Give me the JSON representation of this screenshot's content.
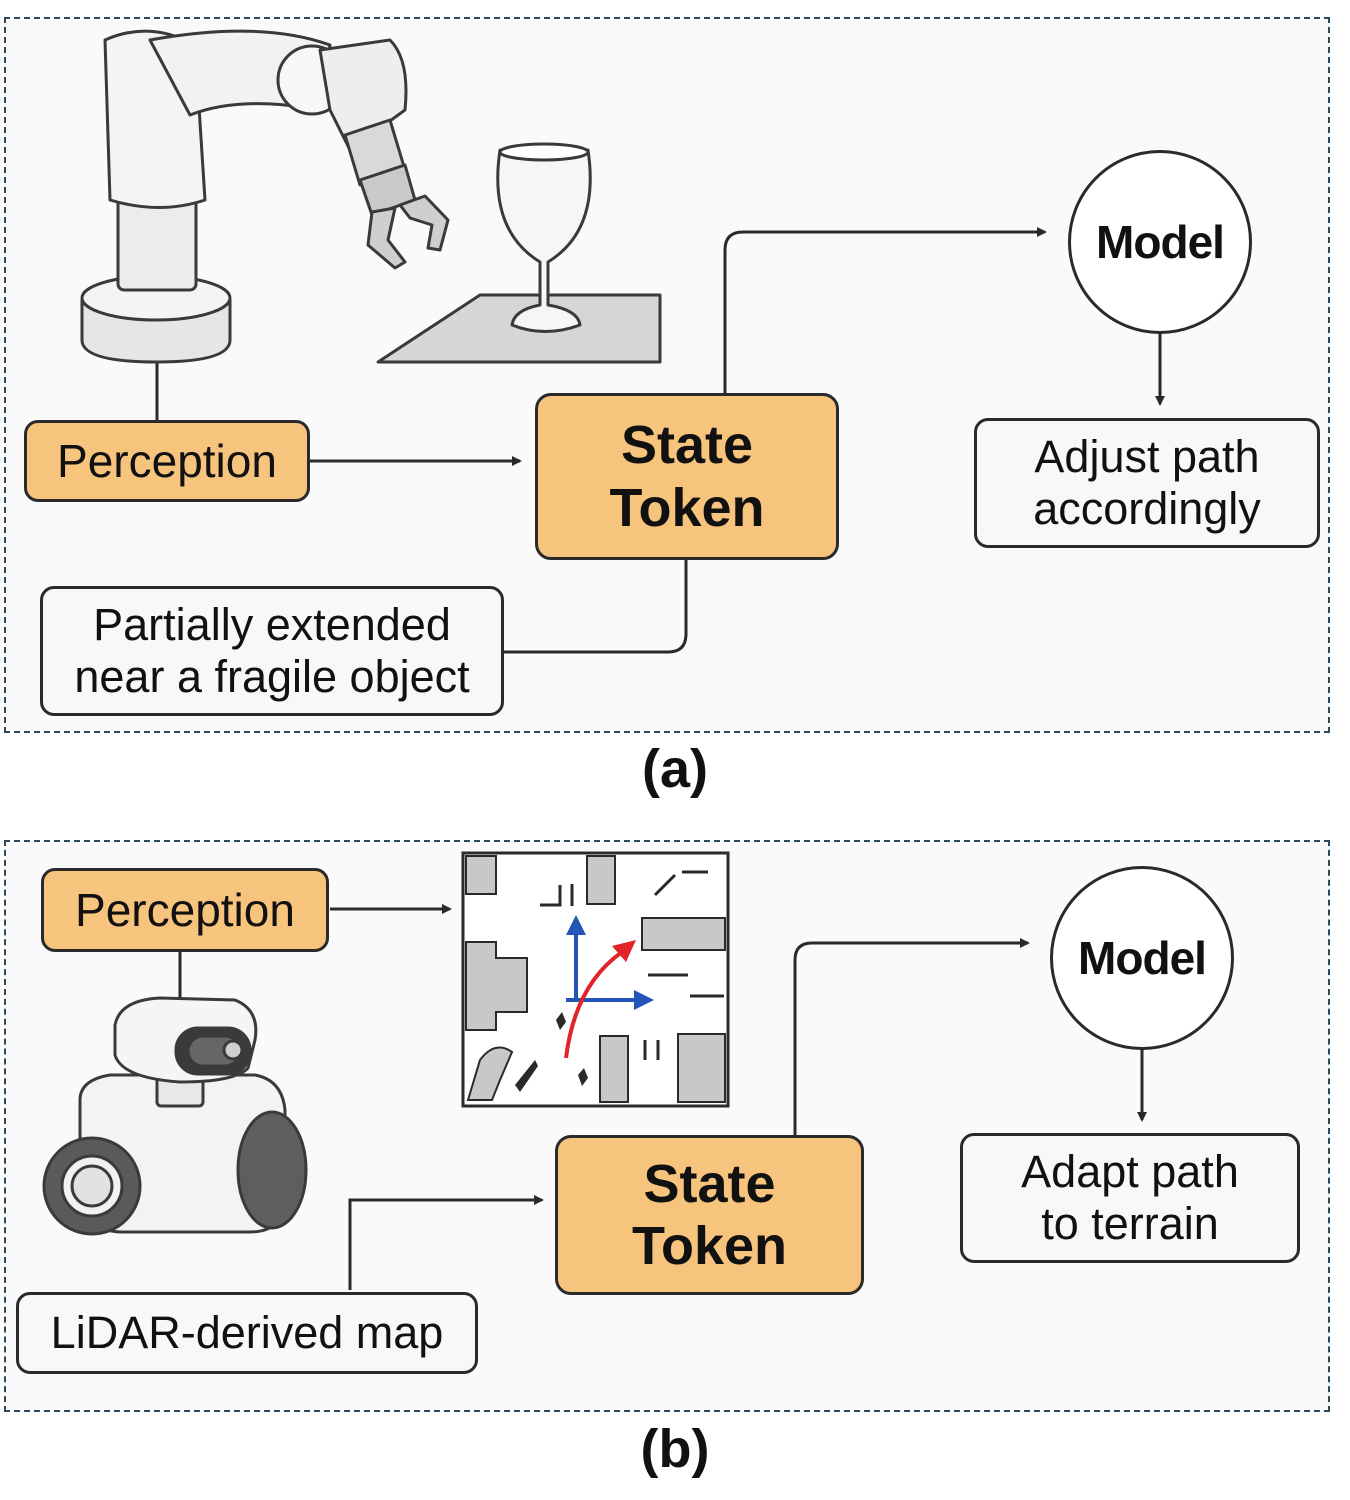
{
  "panel_a": {
    "perception_label": "Perception",
    "state_token_label": "State\nToken",
    "model_label": "Model",
    "result_label": "Adjust path\naccordingly",
    "description_label": "Partially extended\nnear a fragile object",
    "caption": "(a)",
    "illustration_icons": [
      "robot-arm-icon",
      "wine-glass-icon",
      "table-surface-icon"
    ]
  },
  "panel_b": {
    "perception_label": "Perception",
    "state_token_label": "State\nToken",
    "model_label": "Model",
    "result_label": "Adapt path\nto terrain",
    "description_label": "LiDAR-derived map",
    "caption": "(b)",
    "illustration_icons": [
      "mobile-robot-icon",
      "lidar-map-icon"
    ]
  },
  "colors": {
    "token_fill": "#f6c47d",
    "box_fill": "#f8f8f8",
    "outline": "#2a2a2a",
    "dashed_border": "#2b4a5e",
    "map_axis_blue": "#2456b8",
    "map_path_red": "#e0242a"
  }
}
